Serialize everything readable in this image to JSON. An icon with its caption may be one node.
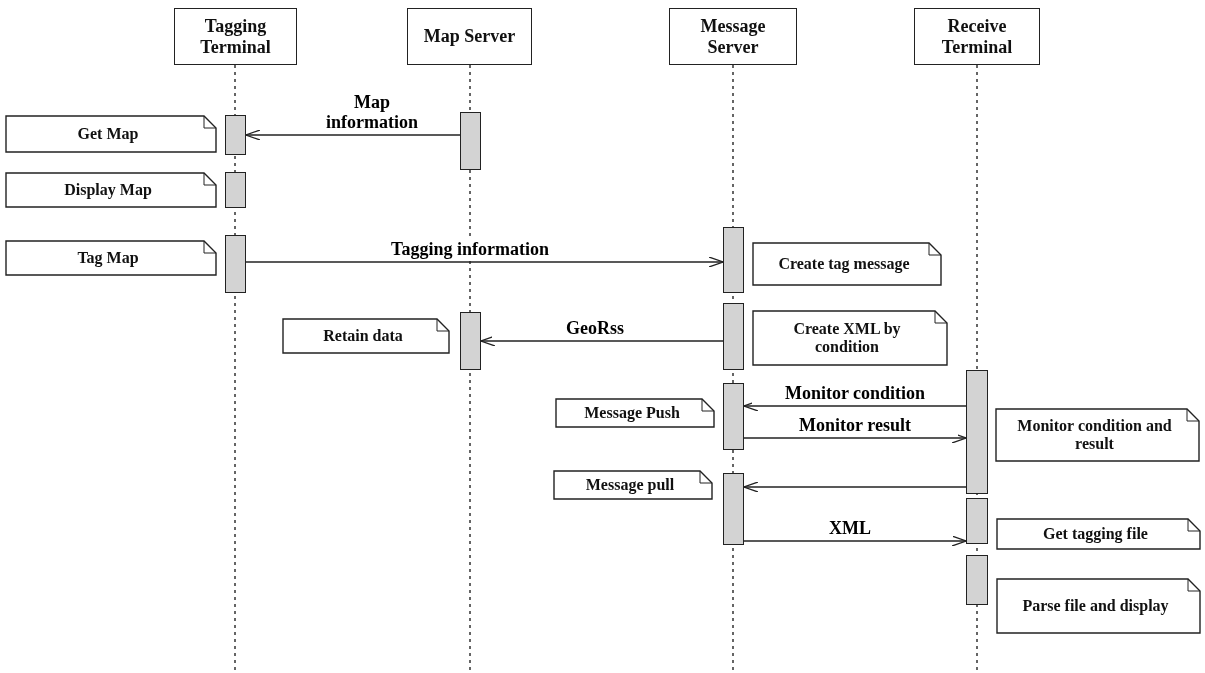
{
  "diagram": {
    "nodes": [
      {
        "text": [
          "Tagging Terminal"
        ]
      },
      {
        "text": [
          "Map Server"
        ]
      },
      {
        "text": [
          "Message Server"
        ]
      },
      {
        "text": [
          "Receive Terminal"
        ]
      },
      {
        "text": [
          "Get Map"
        ]
      },
      {
        "text": [],
        "shape": "bar"
      },
      {
        "text": [],
        "shape": "bar"
      },
      {
        "text": [
          "Display Map"
        ]
      },
      {
        "text": [],
        "shape": "bar"
      },
      {
        "text": [
          "Tag Map"
        ]
      },
      {
        "text": [],
        "shape": "bar"
      },
      {
        "text": [],
        "shape": "bar"
      },
      {
        "text": [
          "Create tag message"
        ]
      },
      {
        "text": [
          "Retain data"
        ]
      },
      {
        "text": [],
        "shape": "bar"
      },
      {
        "text": [],
        "shape": "bar"
      },
      {
        "text": [
          "Create XML by condition"
        ]
      },
      {
        "text": [],
        "shape": "bar"
      },
      {
        "text": [
          "Message Push"
        ]
      },
      {
        "text": [],
        "shape": "bar"
      },
      {
        "text": [
          "Monitor condition and result"
        ]
      },
      {
        "text": [
          "Message pull"
        ]
      },
      {
        "text": [],
        "shape": "bar"
      },
      {
        "text": [],
        "shape": "bar"
      },
      {
        "text": [
          "Get tagging file"
        ]
      },
      {
        "text": [],
        "shape": "bar"
      },
      {
        "text": [
          "Parse file and display"
        ]
      }
    ],
    "edges": [
      {
        "from": 6,
        "to": 5,
        "arrow": "to",
        "label": "Map information"
      },
      {
        "from": 10,
        "to": 11,
        "arrow": "to",
        "label": "Tagging information"
      },
      {
        "from": 15,
        "to": 14,
        "arrow": "to",
        "label": "GeoRss"
      },
      {
        "from": 17,
        "to": 19,
        "arrow": "to",
        "label": "Monitor condition"
      },
      {
        "from": 19,
        "to": 17,
        "arrow": "to",
        "label": "Monitor result"
      },
      {
        "from": 17,
        "to": 22,
        "arrow": "to"
      },
      {
        "from": 22,
        "to": 23,
        "arrow": "to",
        "label": "XML"
      }
    ]
  }
}
